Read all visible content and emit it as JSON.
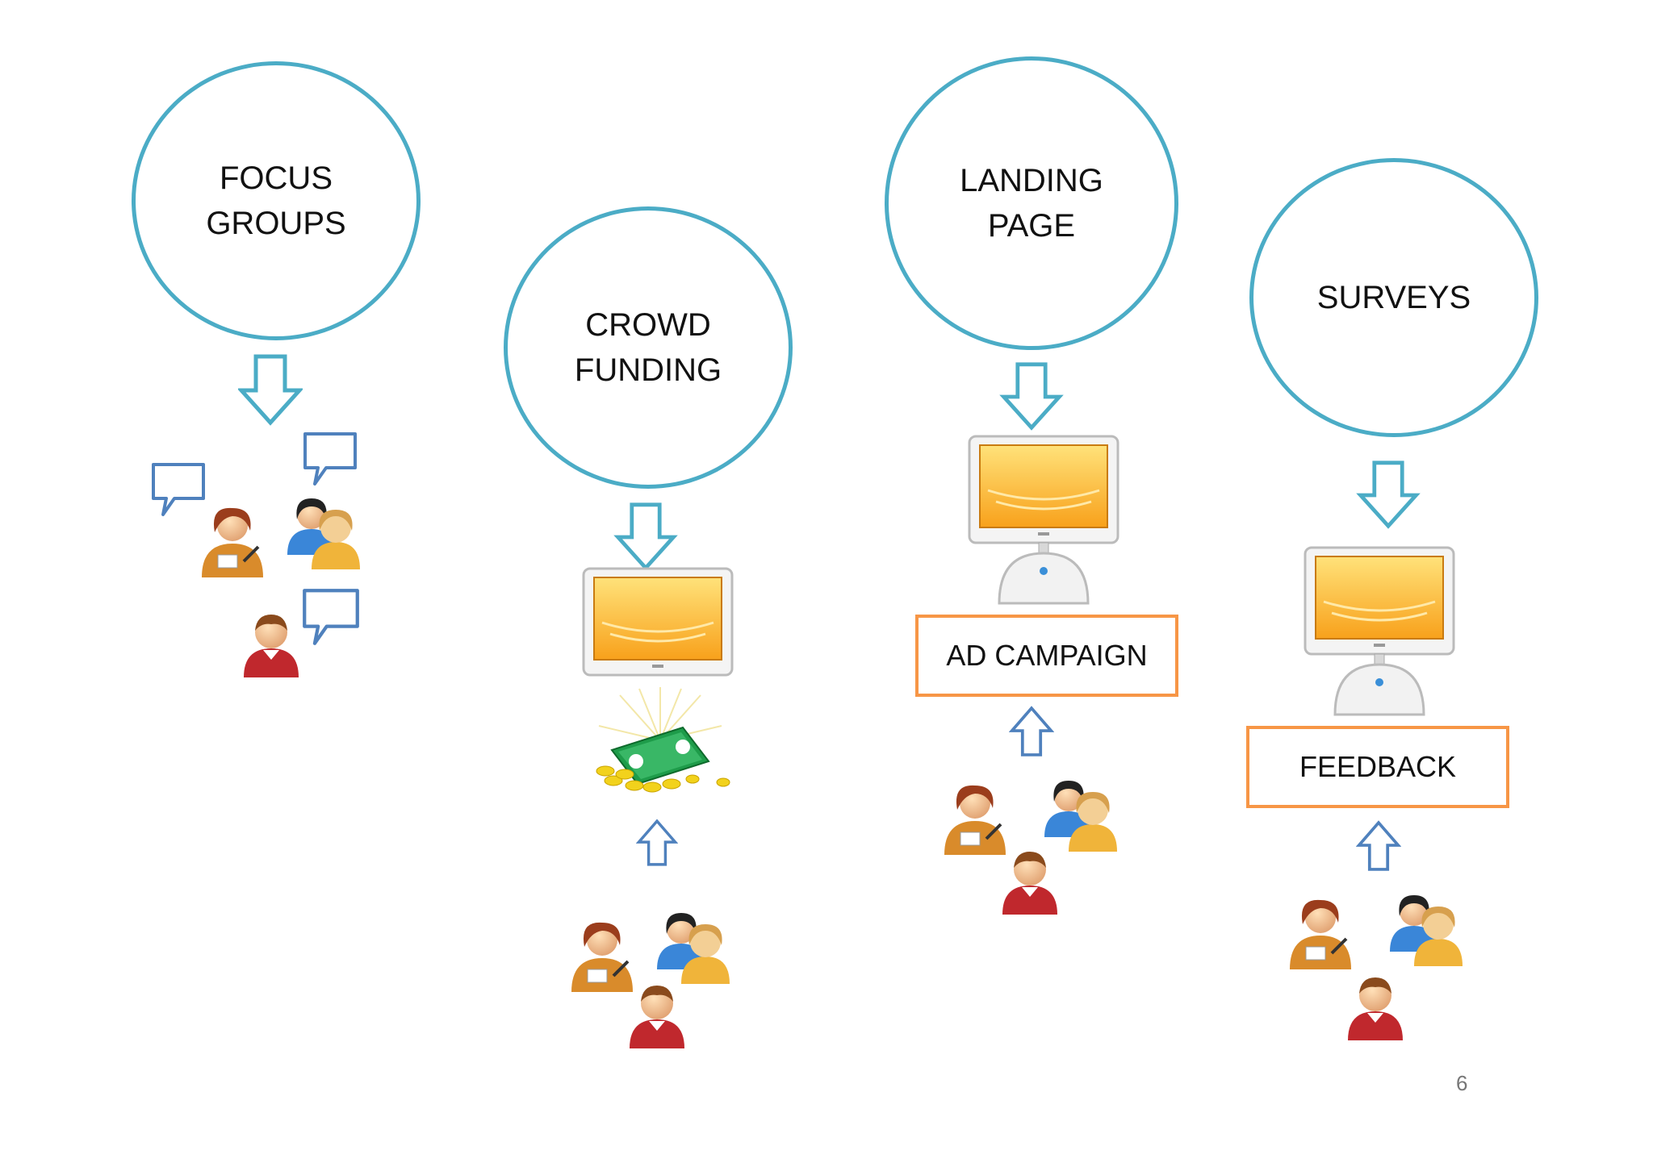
{
  "nodes": {
    "focus_groups": "FOCUS GROUPS",
    "crowd_funding": "CROWD FUNDING",
    "landing_page": "LANDING PAGE",
    "surveys": "SURVEYS"
  },
  "boxes": {
    "ad_campaign": "AD CAMPAIGN",
    "feedback": "FEEDBACK"
  },
  "page_number": "6",
  "colors": {
    "circle_stroke": "#4bacc6",
    "box_stroke": "#f79646",
    "down_arrow": "#4bacc6",
    "up_arrow": "#4f81bd",
    "speech_bubble": "#4f81bd"
  },
  "icons": [
    "people-group-icon",
    "speech-bubble-icon",
    "computer-monitor-icon",
    "money-icon",
    "person-icon"
  ]
}
